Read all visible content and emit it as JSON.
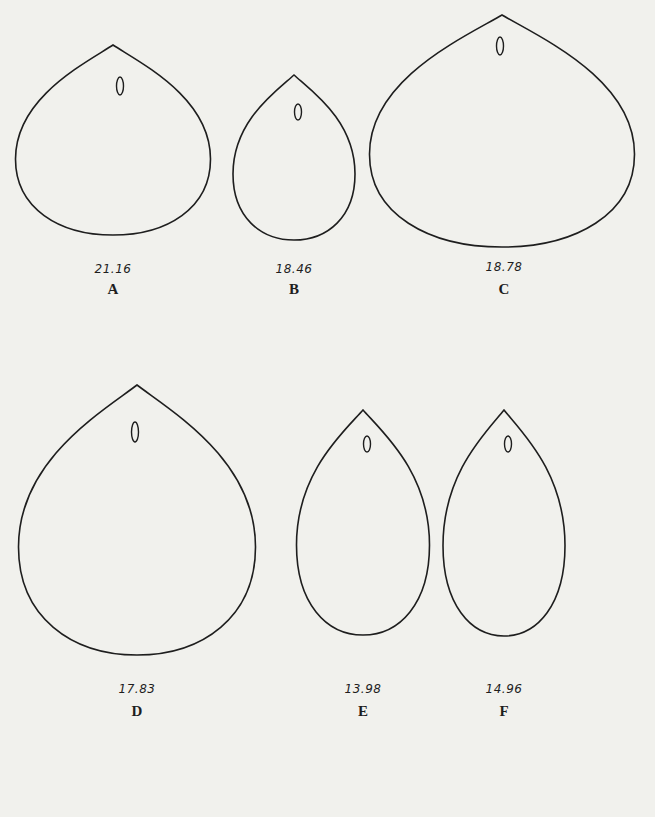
{
  "diagram": {
    "labels": [
      "21.16",
      "A",
      "18.46",
      "B",
      "18.78",
      "C",
      "17.83",
      "D",
      "13.98",
      "E",
      "14.96",
      "F"
    ]
  }
}
